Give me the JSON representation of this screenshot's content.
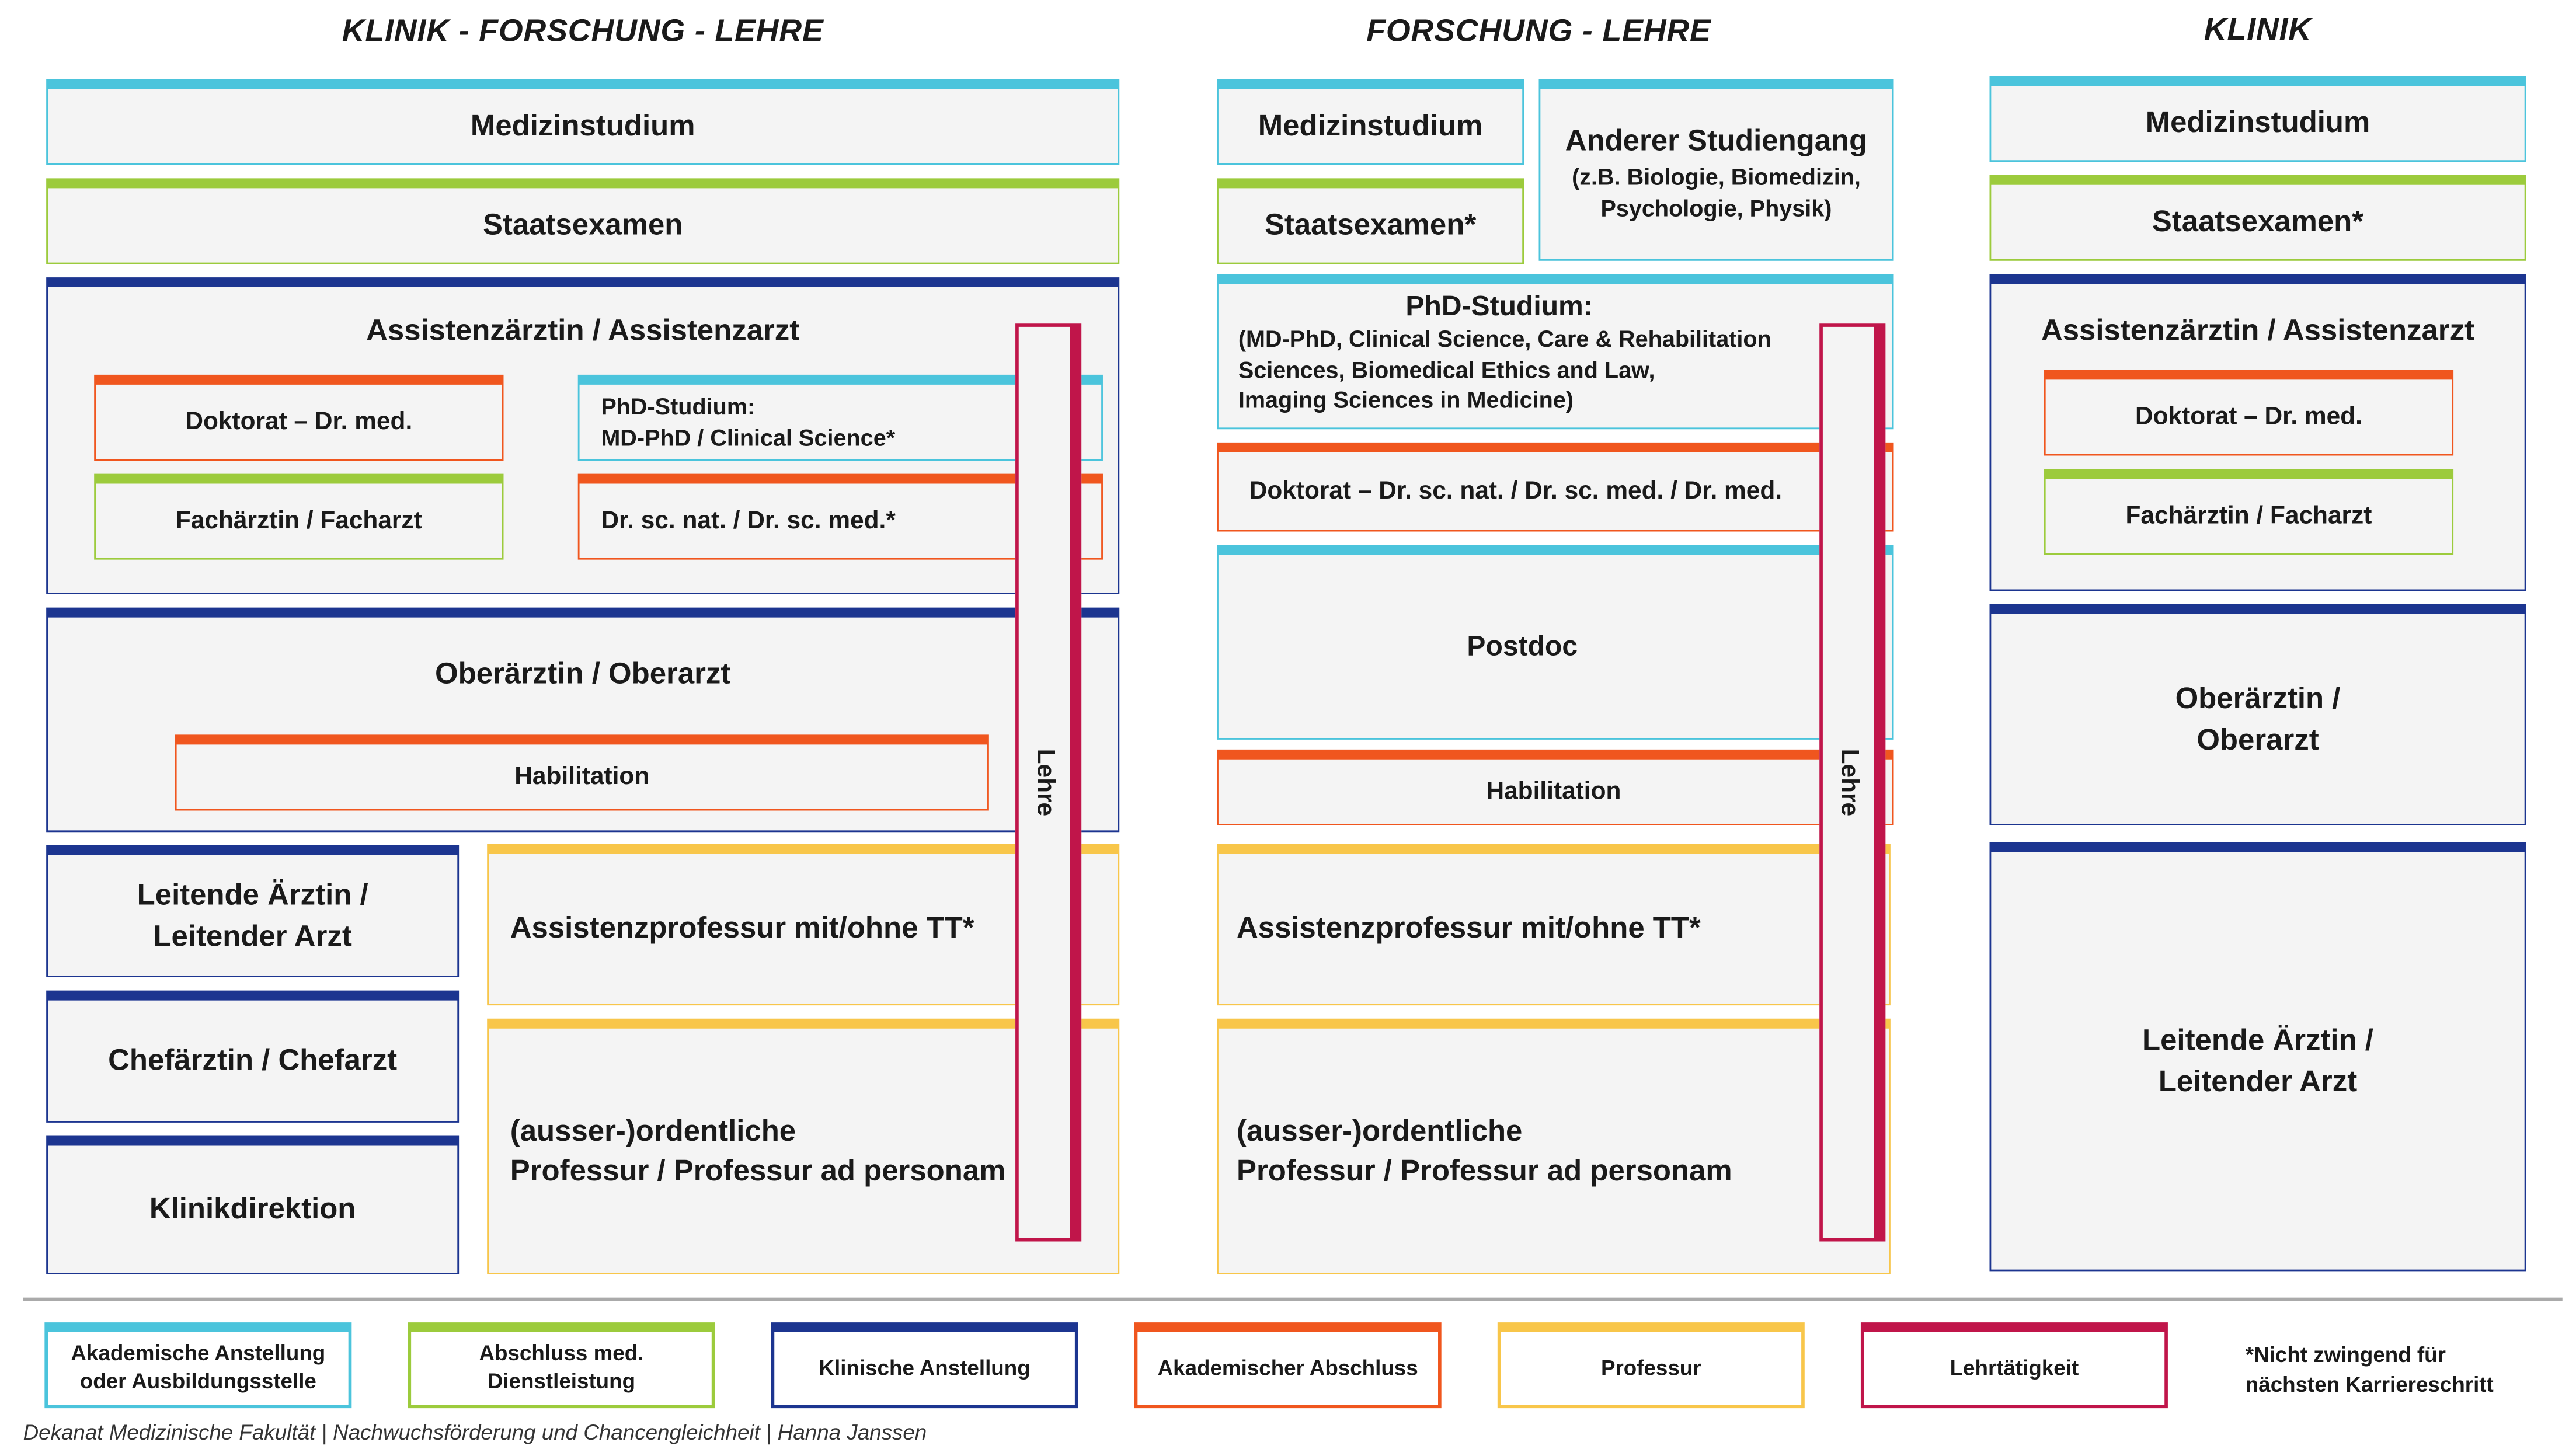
{
  "titles": {
    "col1": "KLINIK - FORSCHUNG - LEHRE",
    "col2": "FORSCHUNG - LEHRE",
    "col3": "KLINIK"
  },
  "col1": {
    "medizinstudium": "Medizinstudium",
    "staatsexamen": "Staatsexamen",
    "assistenz": "Assistenzärztin / Assistenzarzt",
    "doktorat": "Doktorat – Dr. med.",
    "phd": "PhD-Studium:\nMD-PhD / Clinical Science*",
    "facharzt": "Fachärztin / Facharzt",
    "drsc": "Dr. sc. nat. / Dr. sc. med.*",
    "oberarzt": "Oberärztin / Oberarzt",
    "habilitation": "Habilitation",
    "leitend": "Leitende Ärztin /\nLeitender Arzt",
    "chefarzt": "Chefärztin / Chefarzt",
    "klinikdirektion": "Klinikdirektion",
    "assistenzprof": "Assistenzprofessur mit/ohne TT*",
    "professur": "(ausser-)ordentliche\nProfessur / Professur ad personam",
    "lehre": "Lehre"
  },
  "col2": {
    "medizinstudium": "Medizinstudium",
    "anderer": "Anderer Studiengang",
    "anderer_sub": "(z.B. Biologie, Biomedizin,\nPsychologie, Physik)",
    "staatsexamen": "Staatsexamen*",
    "phd": "PhD-Studium:",
    "phd_sub": "(MD-PhD, Clinical Science, Care & Rehabilitation\nSciences, Biomedical Ethics and Law,\nImaging Sciences in Medicine)",
    "doktorat": "Doktorat – Dr. sc. nat. / Dr. sc. med. / Dr. med.",
    "postdoc": "Postdoc",
    "habilitation": "Habilitation",
    "assistenzprof": "Assistenzprofessur mit/ohne TT*",
    "professur": "(ausser-)ordentliche\nProfessur / Professur ad personam",
    "lehre": "Lehre"
  },
  "col3": {
    "medizinstudium": "Medizinstudium",
    "staatsexamen": "Staatsexamen*",
    "assistenz": "Assistenzärztin / Assistenzarzt",
    "doktorat": "Doktorat – Dr. med.",
    "facharzt": "Fachärztin / Facharzt",
    "oberarzt": "Oberärztin /\nOberarzt",
    "leitend": "Leitende Ärztin /\nLeitender Arzt"
  },
  "legend": [
    {
      "label": "Akademische Anstellung\noder Ausbildungsstelle",
      "color": "#4bc4dc"
    },
    {
      "label": "Abschluss med.\nDienstleistung",
      "color": "#9ccb3c"
    },
    {
      "label": "Klinische Anstellung",
      "color": "#1c3590"
    },
    {
      "label": "Akademischer Abschluss",
      "color": "#f0561e"
    },
    {
      "label": "Professur",
      "color": "#f8c64a"
    },
    {
      "label": "Lehrtätigkeit",
      "color": "#c0154a"
    }
  ],
  "note": "*Nicht zwingend für\nnächsten Karriereschritt",
  "footer": "Dekanat Medizinische Fakultät | Nachwuchsförderung und Chancengleichheit | Hanna Janssen"
}
